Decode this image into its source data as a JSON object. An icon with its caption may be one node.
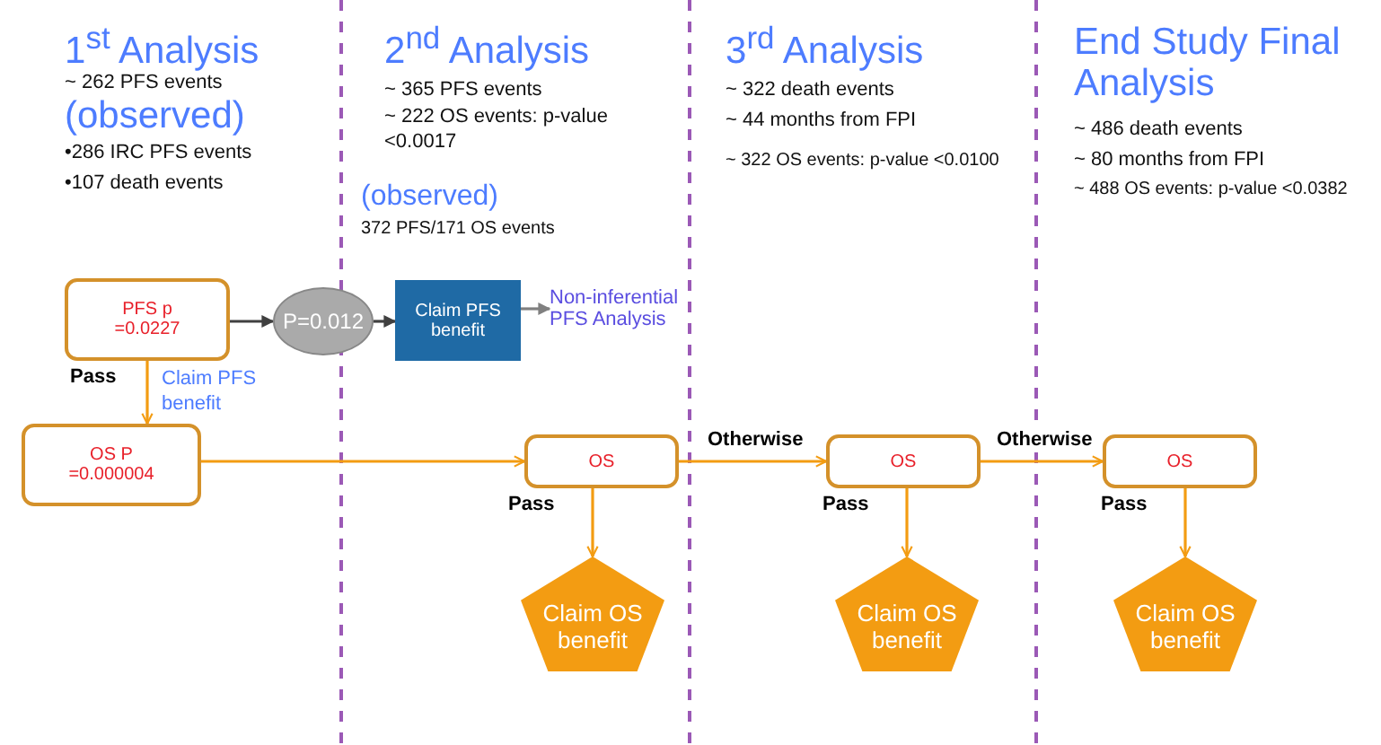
{
  "diagram": {
    "nodes": [
      {
        "text": [
          "PFS p =0.0227"
        ]
      },
      {
        "text": [
          "P=0.012"
        ]
      },
      {
        "text": [
          "Claim PFS benefit"
        ]
      },
      {
        "text": [
          "Non-inferential PFS Analysis"
        ]
      },
      {
        "text": [
          "OS P =0.000004"
        ]
      },
      {
        "text": [
          "OS"
        ]
      },
      {
        "text": [
          "OS"
        ]
      },
      {
        "text": [
          "OS"
        ]
      },
      {
        "text": [
          "Claim OS benefit"
        ]
      },
      {
        "text": [
          "Claim OS benefit"
        ]
      },
      {
        "text": [
          "Claim OS benefit"
        ]
      }
    ],
    "edges": [
      {
        "from": 0,
        "to": 1,
        "arrow": "to",
        "color": "#404040"
      },
      {
        "from": 1,
        "to": 2,
        "arrow": "to",
        "color": "#404040"
      },
      {
        "from": 2,
        "to": 3,
        "arrow": "to",
        "color": "#808080"
      },
      {
        "from": 0,
        "to": 4,
        "arrow": "to",
        "label": "Pass"
      },
      {
        "from": 4,
        "to": 5,
        "arrow": "to"
      },
      {
        "from": 5,
        "to": 6,
        "arrow": "to",
        "label": "Otherwise"
      },
      {
        "from": 6,
        "to": 7,
        "arrow": "to",
        "label": "Otherwise"
      },
      {
        "from": 5,
        "to": 8,
        "arrow": "to",
        "label": "Pass"
      },
      {
        "from": 6,
        "to": 9,
        "arrow": "to",
        "label": "Pass"
      },
      {
        "from": 7,
        "to": 10,
        "arrow": "to",
        "label": "Pass"
      }
    ],
    "labels": [
      "1$^{st}$ Analysis",
      "~ 262 PFS events",
      "(observed)",
      "•286 IRC PFS events",
      "•107 death events",
      "2$^{nd}$ Analysis",
      "~ 365 PFS events",
      "~ 222 OS events: p-value <0.0017",
      "(observed)",
      "372 PFS/171 OS events",
      "3$^{rd}$ Analysis",
      "~ 322 death events",
      "~ 44 months from FPI",
      "~ 322 OS events: p-value <0.0100",
      "End Study Final Analysis",
      "~ 486 death events",
      "~ 80 months from FPI",
      "~ 488 OS events: p-value <0.0382",
      "Claim PFS benefit"
    ]
  }
}
